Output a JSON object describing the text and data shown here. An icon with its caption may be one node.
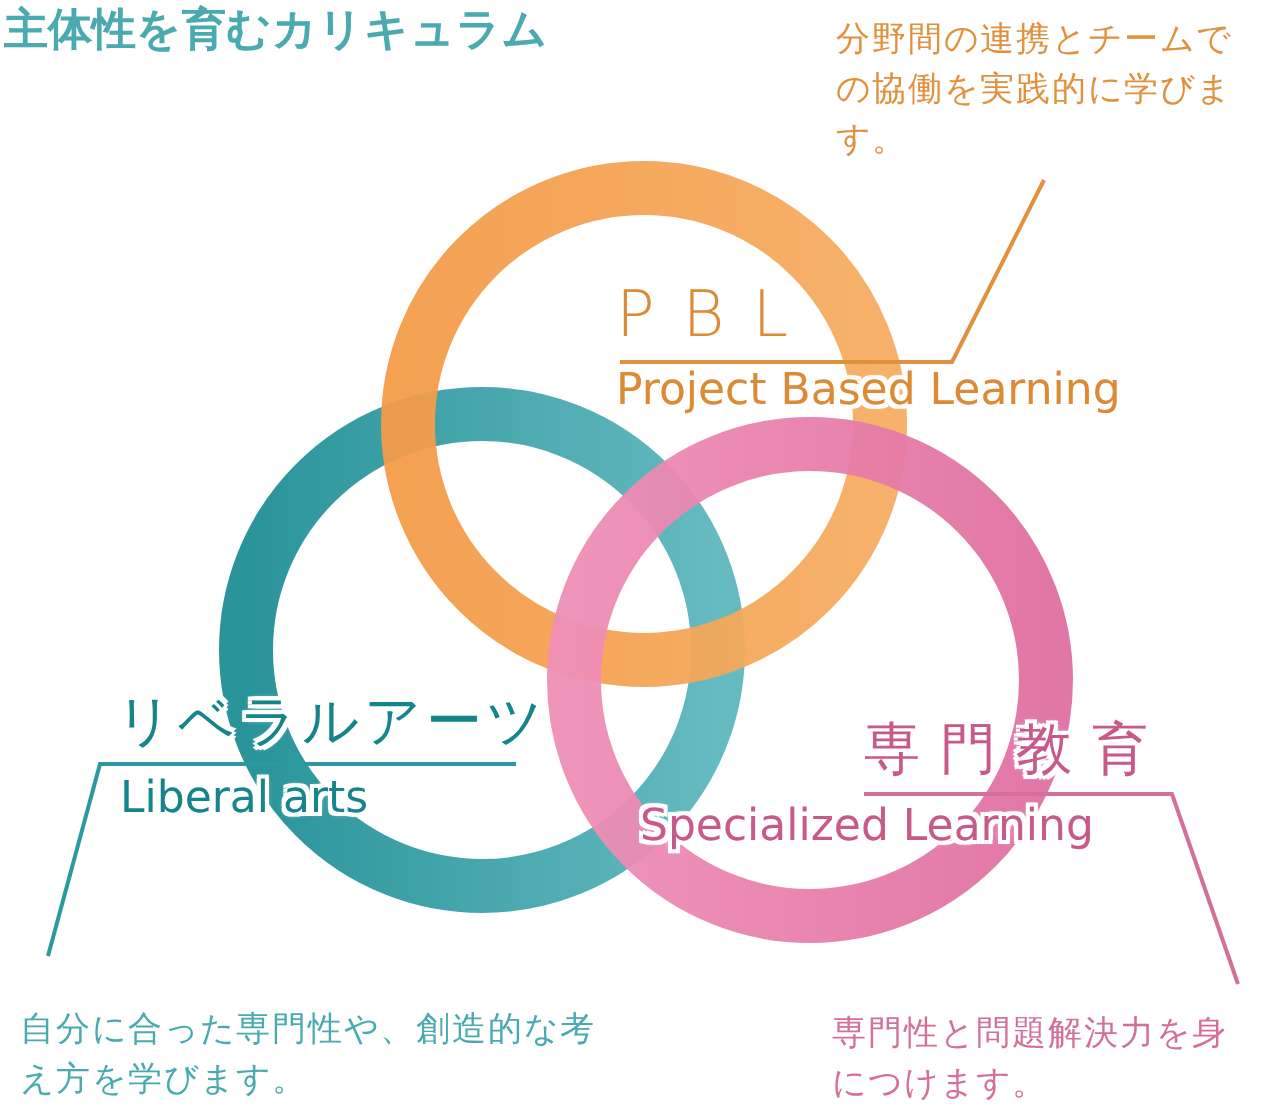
{
  "diagram": {
    "title": "主体性を育むカリキュラム",
    "nodes": [
      {
        "text": [
          "分野間の連携とチームでの協働を実践的に学びます。"
        ]
      },
      {
        "text": [
          "PBL",
          "Project Based Learning"
        ]
      },
      {
        "text": [
          "リベラルアーツ",
          "Liberal arts"
        ]
      },
      {
        "text": [
          "専門教育",
          "Specialized Learning"
        ]
      },
      {
        "text": [
          "自分に合った専門性や、創造的な考え方を学びます。"
        ]
      },
      {
        "text": [
          "専門性と問題解決力を身につけます。"
        ]
      }
    ],
    "edges": [
      {
        "from": 1,
        "to": 0,
        "arrow": "none",
        "color": "#e0913e"
      },
      {
        "from": 2,
        "to": 4,
        "arrow": "none",
        "color": "#2a9aa0"
      },
      {
        "from": 3,
        "to": 5,
        "arrow": "none",
        "color": "#d2709a"
      }
    ]
  }
}
